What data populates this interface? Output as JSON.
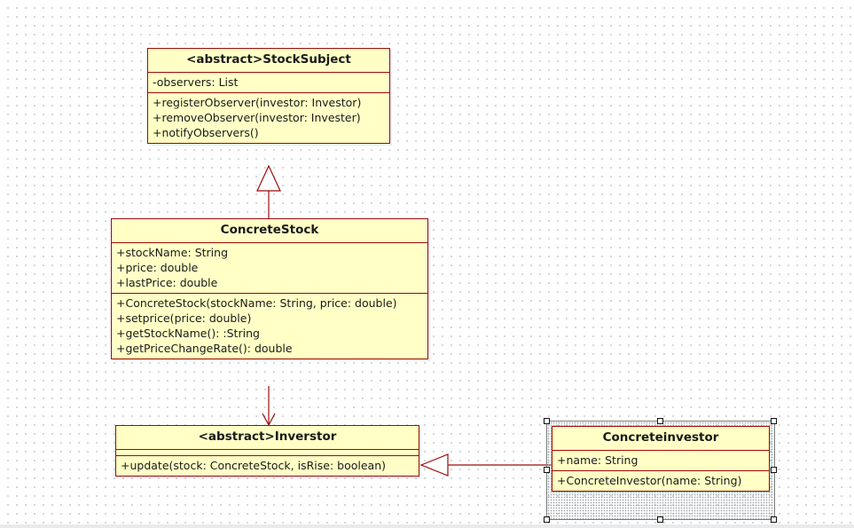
{
  "diagram": {
    "classes": {
      "stock_subject": {
        "name": "<abstract>StockSubject",
        "attributes": [
          "-observers: List"
        ],
        "operations": [
          "+registerObserver(investor: Investor)",
          "+removeObserver(investor: Invester)",
          "+notifyObservers()"
        ]
      },
      "concrete_stock": {
        "name": "ConcreteStock",
        "attributes": [
          "+stockName: String",
          "+price: double",
          "+lastPrice: double"
        ],
        "operations": [
          "+ConcreteStock(stockName: String, price: double)",
          "+setprice(price: double)",
          "+getStockName(): :String",
          "+getPriceChangeRate(): double"
        ]
      },
      "inverstor": {
        "name": "<abstract>Inverstor",
        "attributes": [],
        "operations": [
          "+update(stock: ConcreteStock, isRise: boolean)"
        ]
      },
      "concrete_investor": {
        "name": "Concreteinvestor",
        "attributes": [
          "+name: String"
        ],
        "operations": [
          "+ConcreteInvestor(name: String)"
        ]
      }
    },
    "relations": [
      {
        "type": "generalization",
        "from": "ConcreteStock",
        "to": "<abstract>StockSubject"
      },
      {
        "type": "association",
        "from": "ConcreteStock",
        "to": "<abstract>Inverstor"
      },
      {
        "type": "generalization",
        "from": "Concreteinvestor",
        "to": "<abstract>Inverstor"
      }
    ],
    "selected": "Concreteinvestor",
    "colors": {
      "class_fill": "#ffffc6",
      "class_border": "#9b0a0a",
      "connector": "#9b0a0a",
      "grid_dots": "#c9cdd2"
    }
  }
}
